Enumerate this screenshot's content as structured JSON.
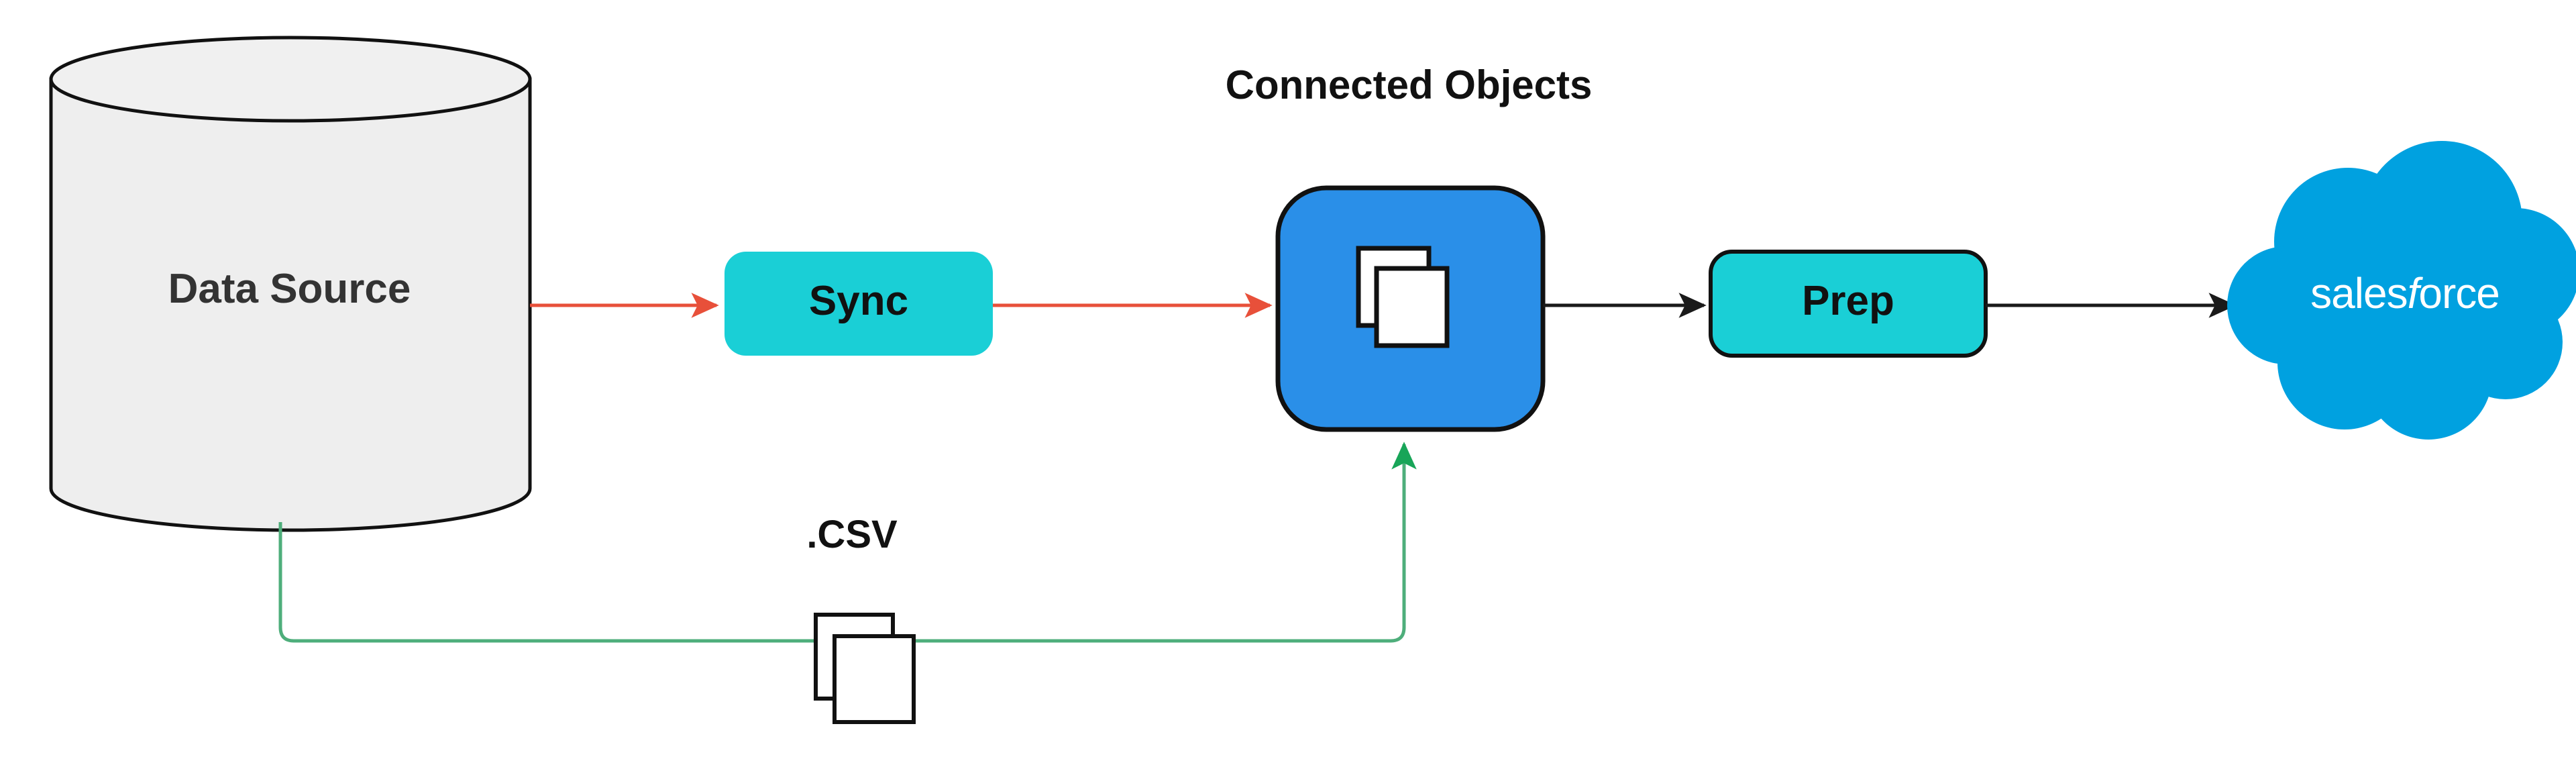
{
  "diagram": {
    "title": "Connected Objects",
    "background_color": "#ffffff",
    "nodes": {
      "data_source": {
        "label": "Data Source",
        "shape": "cylinder",
        "fill_color": "#eeeeee",
        "stroke_color": "#000000",
        "text_color": "#333333"
      },
      "sync": {
        "label": "Sync",
        "shape": "rounded-rectangle",
        "fill_color": "#1ACFD6",
        "stroke_color": "none",
        "text_color": "#111111"
      },
      "connected_objects": {
        "label": "Connected Objects",
        "shape": "rounded-square",
        "fill_color": "#2A8FE8",
        "stroke_color": "#000000",
        "icon": "stacked-documents-icon",
        "icon_fill": "#ffffff"
      },
      "prep": {
        "label": "Prep",
        "shape": "rounded-rectangle",
        "fill_color": "#1ACFD6",
        "stroke_color": "#000000",
        "text_color": "#111111"
      },
      "salesforce": {
        "label": "salesforce",
        "label_part_1": "sales",
        "label_part_2": "f",
        "label_part_3": "orce",
        "shape": "cloud",
        "fill_color": "#00A1E0",
        "text_color": "#ffffff"
      },
      "csv_files": {
        "label": ".CSV",
        "shape": "stacked-documents",
        "fill_color": "#ffffff",
        "stroke_color": "#111111"
      }
    },
    "edges": [
      {
        "name": "data-source-to-sync",
        "from": "data_source",
        "to": "sync",
        "color": "#e8503a",
        "arrowhead": "right"
      },
      {
        "name": "sync-to-connected-objects",
        "from": "sync",
        "to": "connected_objects",
        "color": "#e8503a",
        "arrowhead": "right"
      },
      {
        "name": "connected-objects-to-prep",
        "from": "connected_objects",
        "to": "prep",
        "color": "#1a1a1a",
        "arrowhead": "right"
      },
      {
        "name": "prep-to-salesforce",
        "from": "prep",
        "to": "salesforce",
        "color": "#1a1a1a",
        "arrowhead": "right"
      },
      {
        "name": "data-source-csv-to-connected-objects",
        "from": "data_source",
        "to": "connected_objects",
        "color": "#4eae7b",
        "arrowhead": "up",
        "label": ".CSV"
      }
    ]
  }
}
